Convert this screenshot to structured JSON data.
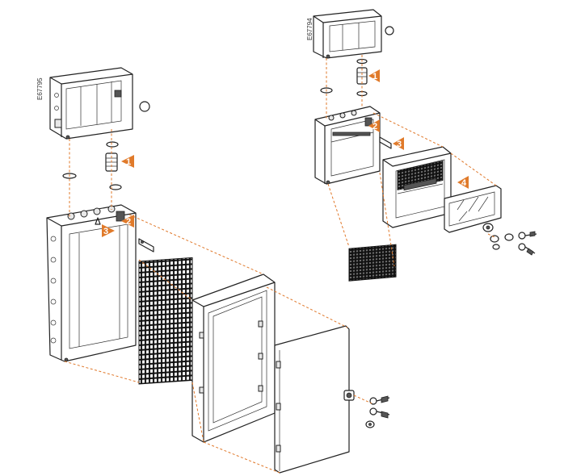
{
  "refs": {
    "large_kit": "E67795",
    "small_kit": "E67794"
  },
  "steps": {
    "large": [
      "1",
      "2",
      "3"
    ],
    "small": [
      "1",
      "2",
      "3",
      "4"
    ]
  },
  "colors": {
    "guide_line": "#e0782a",
    "step_marker": "#e07a2a",
    "outline": "#222222"
  },
  "icons": {
    "step_marker": "orange-triangle-with-number",
    "key": "lock-key",
    "washer": "o-ring"
  }
}
